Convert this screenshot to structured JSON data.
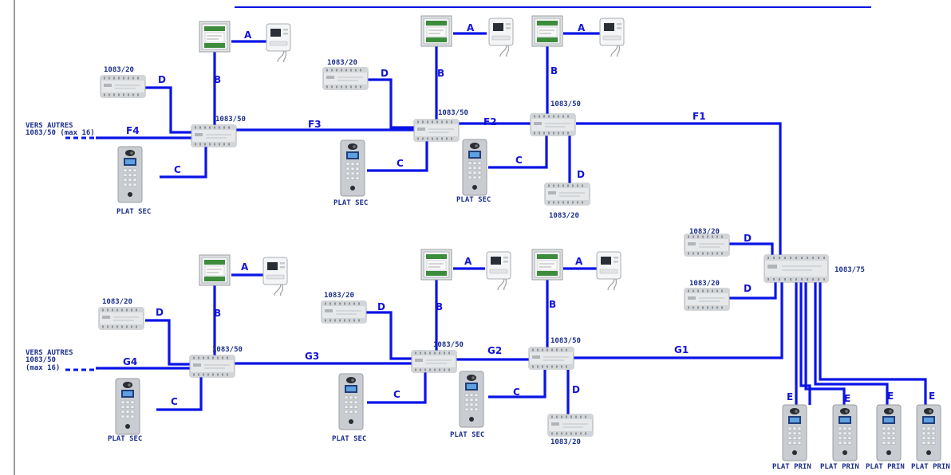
{
  "labels": {
    "a": "A",
    "b": "B",
    "c": "C",
    "d": "D",
    "e": "E",
    "f1": "F1",
    "f2": "F2",
    "f3": "F3",
    "f4": "F4",
    "g1": "G1",
    "g2": "G2",
    "g3": "G3",
    "g4": "G4",
    "distributor": "1083/50",
    "power": "1083/20",
    "main_unit": "1083/75",
    "plat_sec": "PLAT SEC",
    "plat_prin": "PLAT PRIN",
    "vers_top_1": "VERS AUTRES",
    "vers_top_2": "1083/50 (max 16)",
    "vers_bot_1": "VERS AUTRES",
    "vers_bot_2": "1083/50",
    "vers_bot_3": "(max 16)"
  },
  "colors": {
    "wire": "#0a14e6",
    "label": "#1313d6",
    "text": "#1c2f8c"
  }
}
